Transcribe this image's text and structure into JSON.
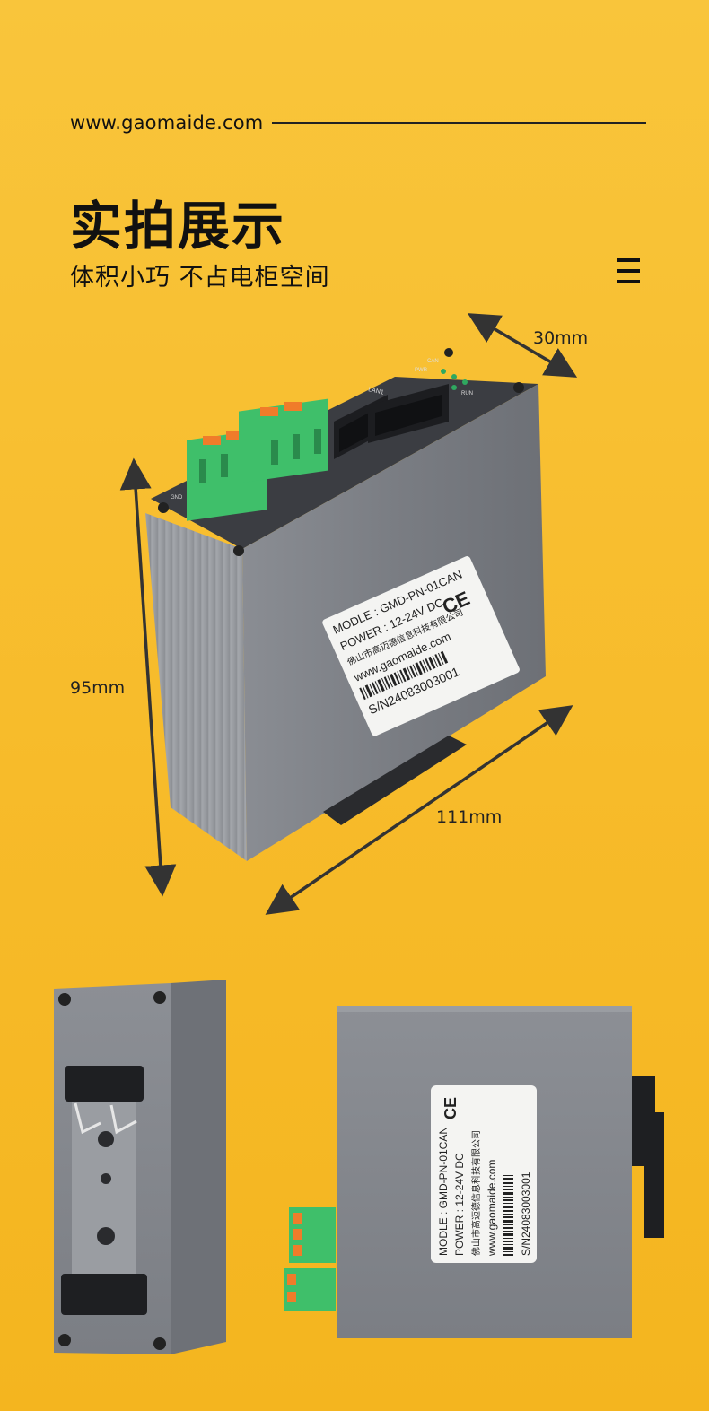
{
  "header": {
    "website": "www.gaomaide.com",
    "title": "实拍展示",
    "subtitle": "体积小巧 不占电柜空间"
  },
  "dimensions": {
    "width": "30mm",
    "height": "95mm",
    "depth": "111mm"
  },
  "device": {
    "label": {
      "model": "MODLE : GMD-PN-01CAN",
      "power": "POWER : 12-24V DC",
      "company": "佛山市高迈德信息科技有限公司",
      "website": "www.gaomaide.com",
      "serial": "S/N24083003001",
      "ce_mark": "CE"
    },
    "port_labels": {
      "lan": "LAN1",
      "can": "CAN",
      "pwr": "PWR",
      "run": "RUN",
      "gnd": "GND"
    }
  },
  "colors": {
    "background": "#f7bb2a",
    "housing": "#7d8087",
    "terminal_green": "#3fbf6a",
    "terminal_orange": "#f07c2a"
  }
}
